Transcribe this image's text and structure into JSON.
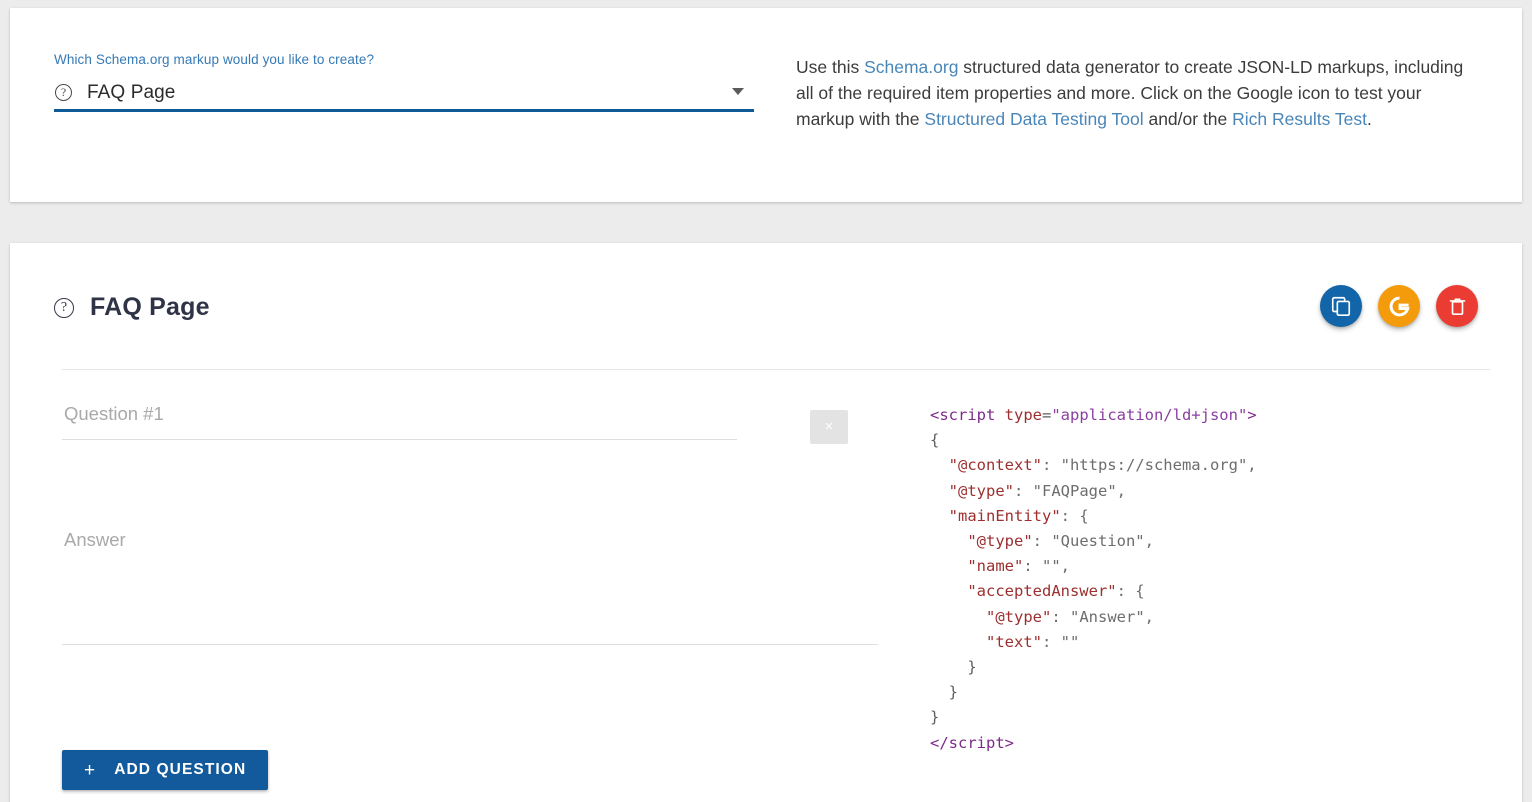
{
  "top_card": {
    "selector_label": "Which Schema.org markup would you like to create?",
    "selected_value": "FAQ Page",
    "help_glyph": "?",
    "description": {
      "part1": "Use this ",
      "link1": "Schema.org",
      "part2": " structured data generator to create JSON-LD markups, including all of the required item properties and more. Click on the Google icon to test your markup with the ",
      "link2": "Structured Data Testing Tool",
      "part3": " and/or the ",
      "link3": "Rich Results Test",
      "part4": "."
    }
  },
  "main_card": {
    "title": "FAQ Page",
    "help_glyph": "?",
    "actions": {
      "copy_label": "copy-icon",
      "google_label": "G",
      "delete_label": "trash-icon"
    },
    "form": {
      "question_placeholder": "Question #1",
      "question_value": "",
      "answer_placeholder": "Answer",
      "answer_value": "",
      "remove_label": "×",
      "add_question_plus": "+",
      "add_question_label": "ADD QUESTION"
    },
    "code": {
      "l1_tag_open": "<script ",
      "l1_attr": "type",
      "l1_eq": "=",
      "l1_val": "\"application/ld+json\"",
      "l1_gt": ">",
      "l2": "{",
      "l3_key": "  \"@context\"",
      "l3_val": ": \"https://schema.org\",",
      "l4_key": "  \"@type\"",
      "l4_val": ": \"FAQPage\",",
      "l5_key": "  \"mainEntity\"",
      "l5_val": ": {",
      "l6_key": "    \"@type\"",
      "l6_val": ": \"Question\",",
      "l7_key": "    \"name\"",
      "l7_val": ": \"\",",
      "l8_key": "    \"acceptedAnswer\"",
      "l8_val": ": {",
      "l9_key": "      \"@type\"",
      "l9_val": ": \"Answer\",",
      "l10_key": "      \"text\"",
      "l10_val": ": \"\"",
      "l11": "    }",
      "l12": "  }",
      "l13": "}",
      "l14": "</script>"
    }
  },
  "colors": {
    "page_bg": "#ececec",
    "card_bg": "#ffffff",
    "accent_blue": "#0d5a96",
    "link_blue": "#4a86b8",
    "label_blue": "#3579b5",
    "fab_copy": "#1165a8",
    "fab_google": "#f49b0b",
    "fab_delete": "#ea3c32",
    "button_blue": "#125a9c"
  }
}
